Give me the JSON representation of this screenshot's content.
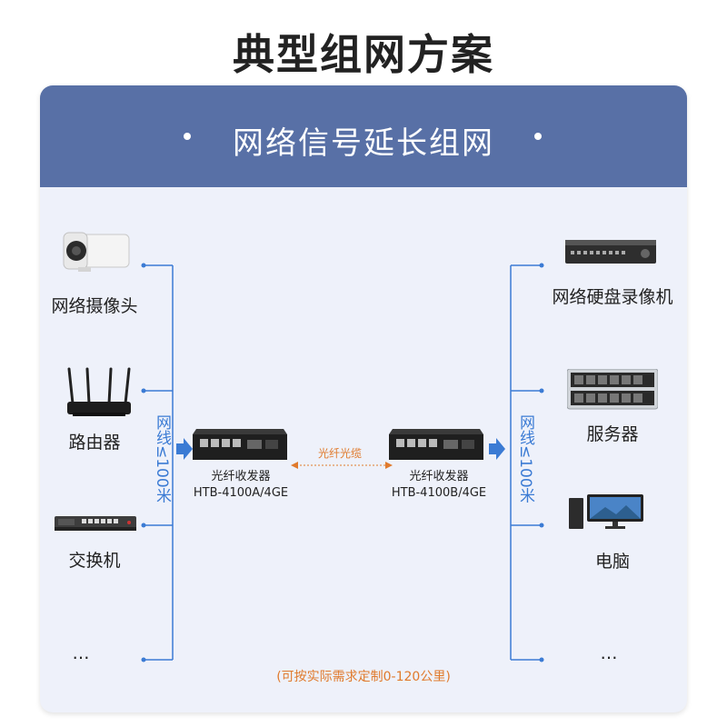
{
  "title": "典型组网方案",
  "banner": {
    "text": "网络信号延长组网"
  },
  "left_devices": [
    {
      "label": "网络摄像头",
      "icon": "camera-icon"
    },
    {
      "label": "路由器",
      "icon": "router-icon"
    },
    {
      "label": "交换机",
      "icon": "switch-icon"
    },
    {
      "label": "…",
      "icon": ""
    }
  ],
  "right_devices": [
    {
      "label": "网络硬盘录像机",
      "icon": "nvr-icon"
    },
    {
      "label": "服务器",
      "icon": "server-icon"
    },
    {
      "label": "电脑",
      "icon": "computer-icon"
    },
    {
      "label": "…",
      "icon": ""
    }
  ],
  "left_cable": "网线≤100米",
  "right_cable": "网线≤100米",
  "transceiver_a": {
    "name": "光纤收发器",
    "model": "HTB-4100A/4GE"
  },
  "transceiver_b": {
    "name": "光纤收发器",
    "model": "HTB-4100B/4GE"
  },
  "fiber_label": "光纤光缆",
  "note": "(可按实际需求定制0-120公里)",
  "colors": {
    "banner": "#5870a6",
    "card": "#eef1fa",
    "line": "#3b7bd4",
    "fiber": "#e07a2c"
  }
}
